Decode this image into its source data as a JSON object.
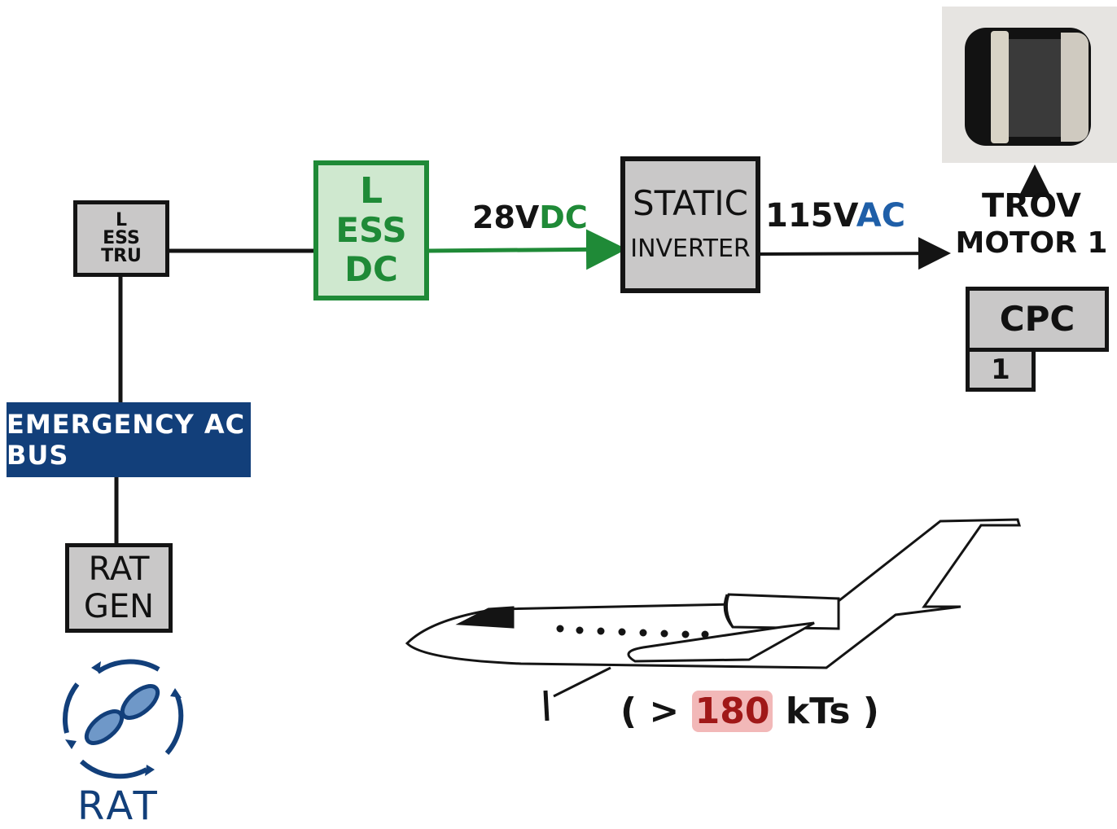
{
  "components": {
    "ess_tru": [
      "L",
      "ESS",
      "TRU"
    ],
    "ess_dc": [
      "L",
      "ESS",
      "DC"
    ],
    "static_inverter": [
      "STATIC",
      "INVERTER"
    ],
    "emergency_bus": "EMERGENCY AC BUS",
    "rat_gen": [
      "RAT",
      "GEN"
    ],
    "rat_label": "RAT",
    "trov_motor": [
      "TROV",
      "MOTOR 1"
    ],
    "cpc": "CPC",
    "cpc_number": "1"
  },
  "voltages": {
    "dc_value": "28V",
    "dc_type": "DC",
    "ac_value": "115V",
    "ac_type": "AC"
  },
  "speed": {
    "open": "( >",
    "value": "180",
    "unit": "kTs )"
  },
  "colors": {
    "green": "#1f8a37",
    "navy": "#123f7a",
    "ac_blue": "#1f5fa8",
    "box_gray": "#c9c8c8",
    "speed_highlight": "#f2b8b8",
    "speed_text": "#a01818"
  }
}
